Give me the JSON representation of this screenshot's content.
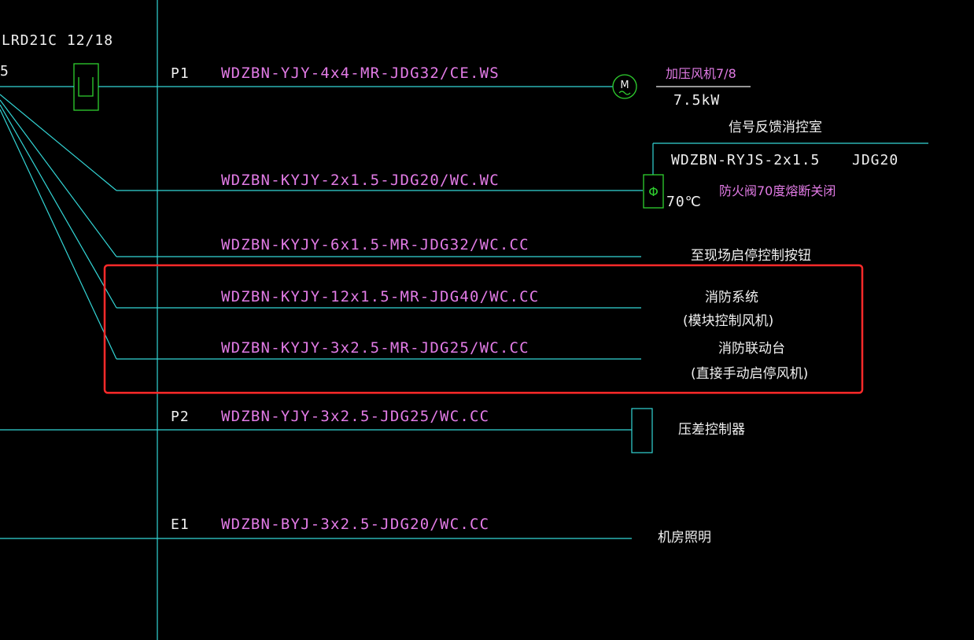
{
  "header": {
    "breaker_model": "LRD21C 12/18",
    "left_partial": "5"
  },
  "circuits": {
    "p1": {
      "code": "P1",
      "cable": "WDZBN-YJY-4x4-MR-JDG32/CE.WS",
      "motor_symbol": "M",
      "device_name": "加压风机7/8",
      "device_power": "7.5kW"
    },
    "feedback": {
      "title": "信号反馈消控室",
      "cable": "WDZBN-RYJS-2x1.5",
      "conduit": "JDG20",
      "damper_symbol": "Φ",
      "temperature": "70℃",
      "damper_name": "防火阀70度熔断关闭",
      "branch_cable": "WDZBN-KYJY-2x1.5-JDG20/WC.WC"
    },
    "onsite": {
      "cable": "WDZBN-KYJY-6x1.5-MR-JDG32/WC.CC",
      "label": "至现场启停控制按钮"
    },
    "fire_system": {
      "cable": "WDZBN-KYJY-12x1.5-MR-JDG40/WC.CC",
      "label_line1": "消防系统",
      "label_line2": "(模块控制风机)"
    },
    "fire_panel": {
      "cable": "WDZBN-KYJY-3x2.5-MR-JDG25/WC.CC",
      "label_line1": "消防联动台",
      "label_line2": "(直接手动启停风机)"
    },
    "p2": {
      "code": "P2",
      "cable": "WDZBN-YJY-3x2.5-JDG25/WC.CC",
      "label": "压差控制器"
    },
    "e1": {
      "code": "E1",
      "cable": "WDZBN-BYJ-3x2.5-JDG20/WC.CC",
      "label": "机房照明"
    }
  },
  "colors": {
    "background": "#000000",
    "wire": "#33d6d6",
    "text_magenta": "#e27be6",
    "text_white": "#f0f0f0",
    "symbol_green": "#2fd02f",
    "highlight": "#ff2a2a"
  }
}
